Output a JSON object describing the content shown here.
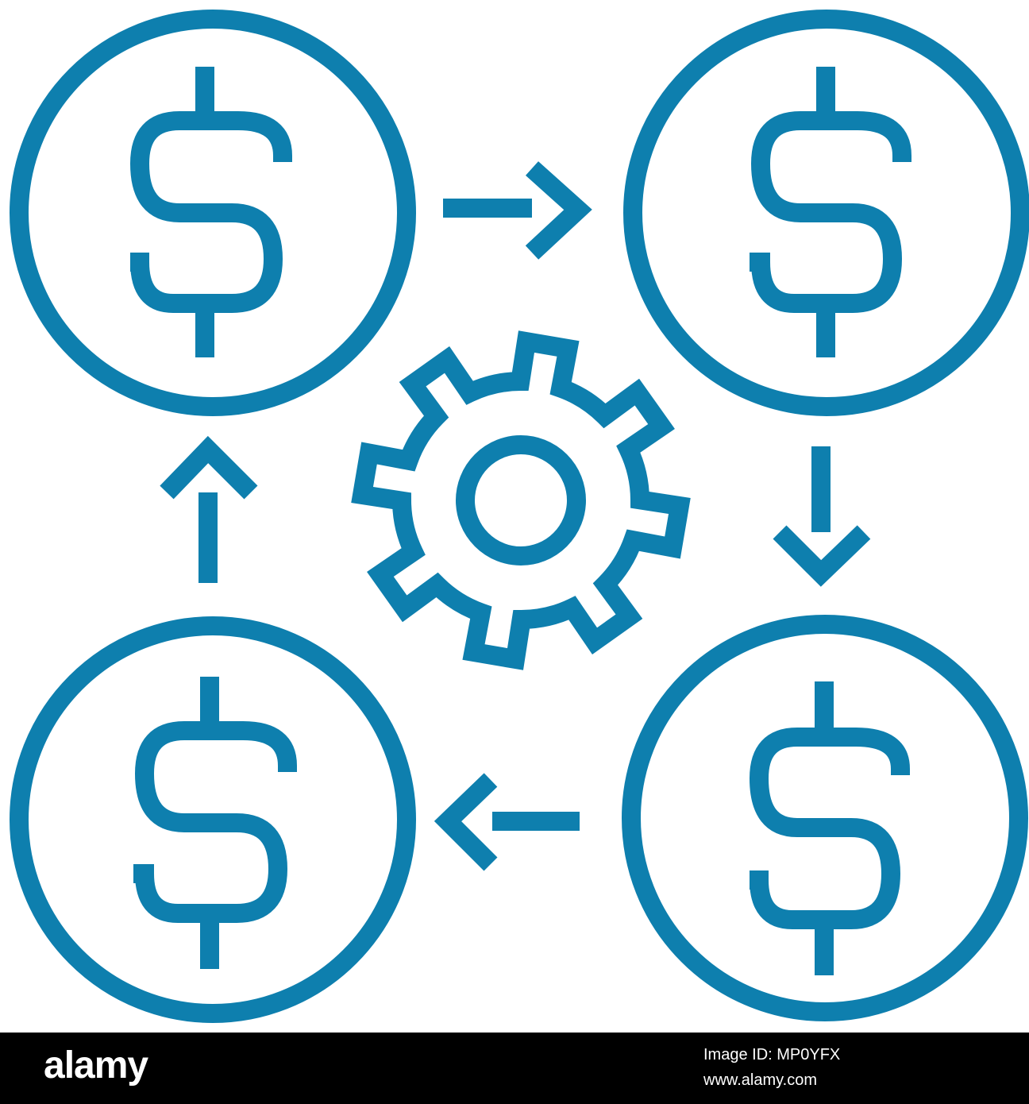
{
  "colors": {
    "icon": "#0e7fae",
    "background": "#ffffff",
    "footer_bg": "#000000",
    "footer_text": "#ffffff"
  },
  "diagram": {
    "coins": [
      {
        "name": "coin-top-left",
        "icon": "dollar-coin-icon"
      },
      {
        "name": "coin-top-right",
        "icon": "dollar-coin-icon"
      },
      {
        "name": "coin-bottom-right",
        "icon": "dollar-coin-icon"
      },
      {
        "name": "coin-bottom-left",
        "icon": "dollar-coin-icon"
      }
    ],
    "center_icon": "gear-icon",
    "arrows": [
      "arrow-right-icon",
      "arrow-down-icon",
      "arrow-left-icon",
      "arrow-up-icon"
    ]
  },
  "footer": {
    "brand": "alamy",
    "image_id_line": "Image ID: MP0YFX",
    "url": "www.alamy.com"
  }
}
